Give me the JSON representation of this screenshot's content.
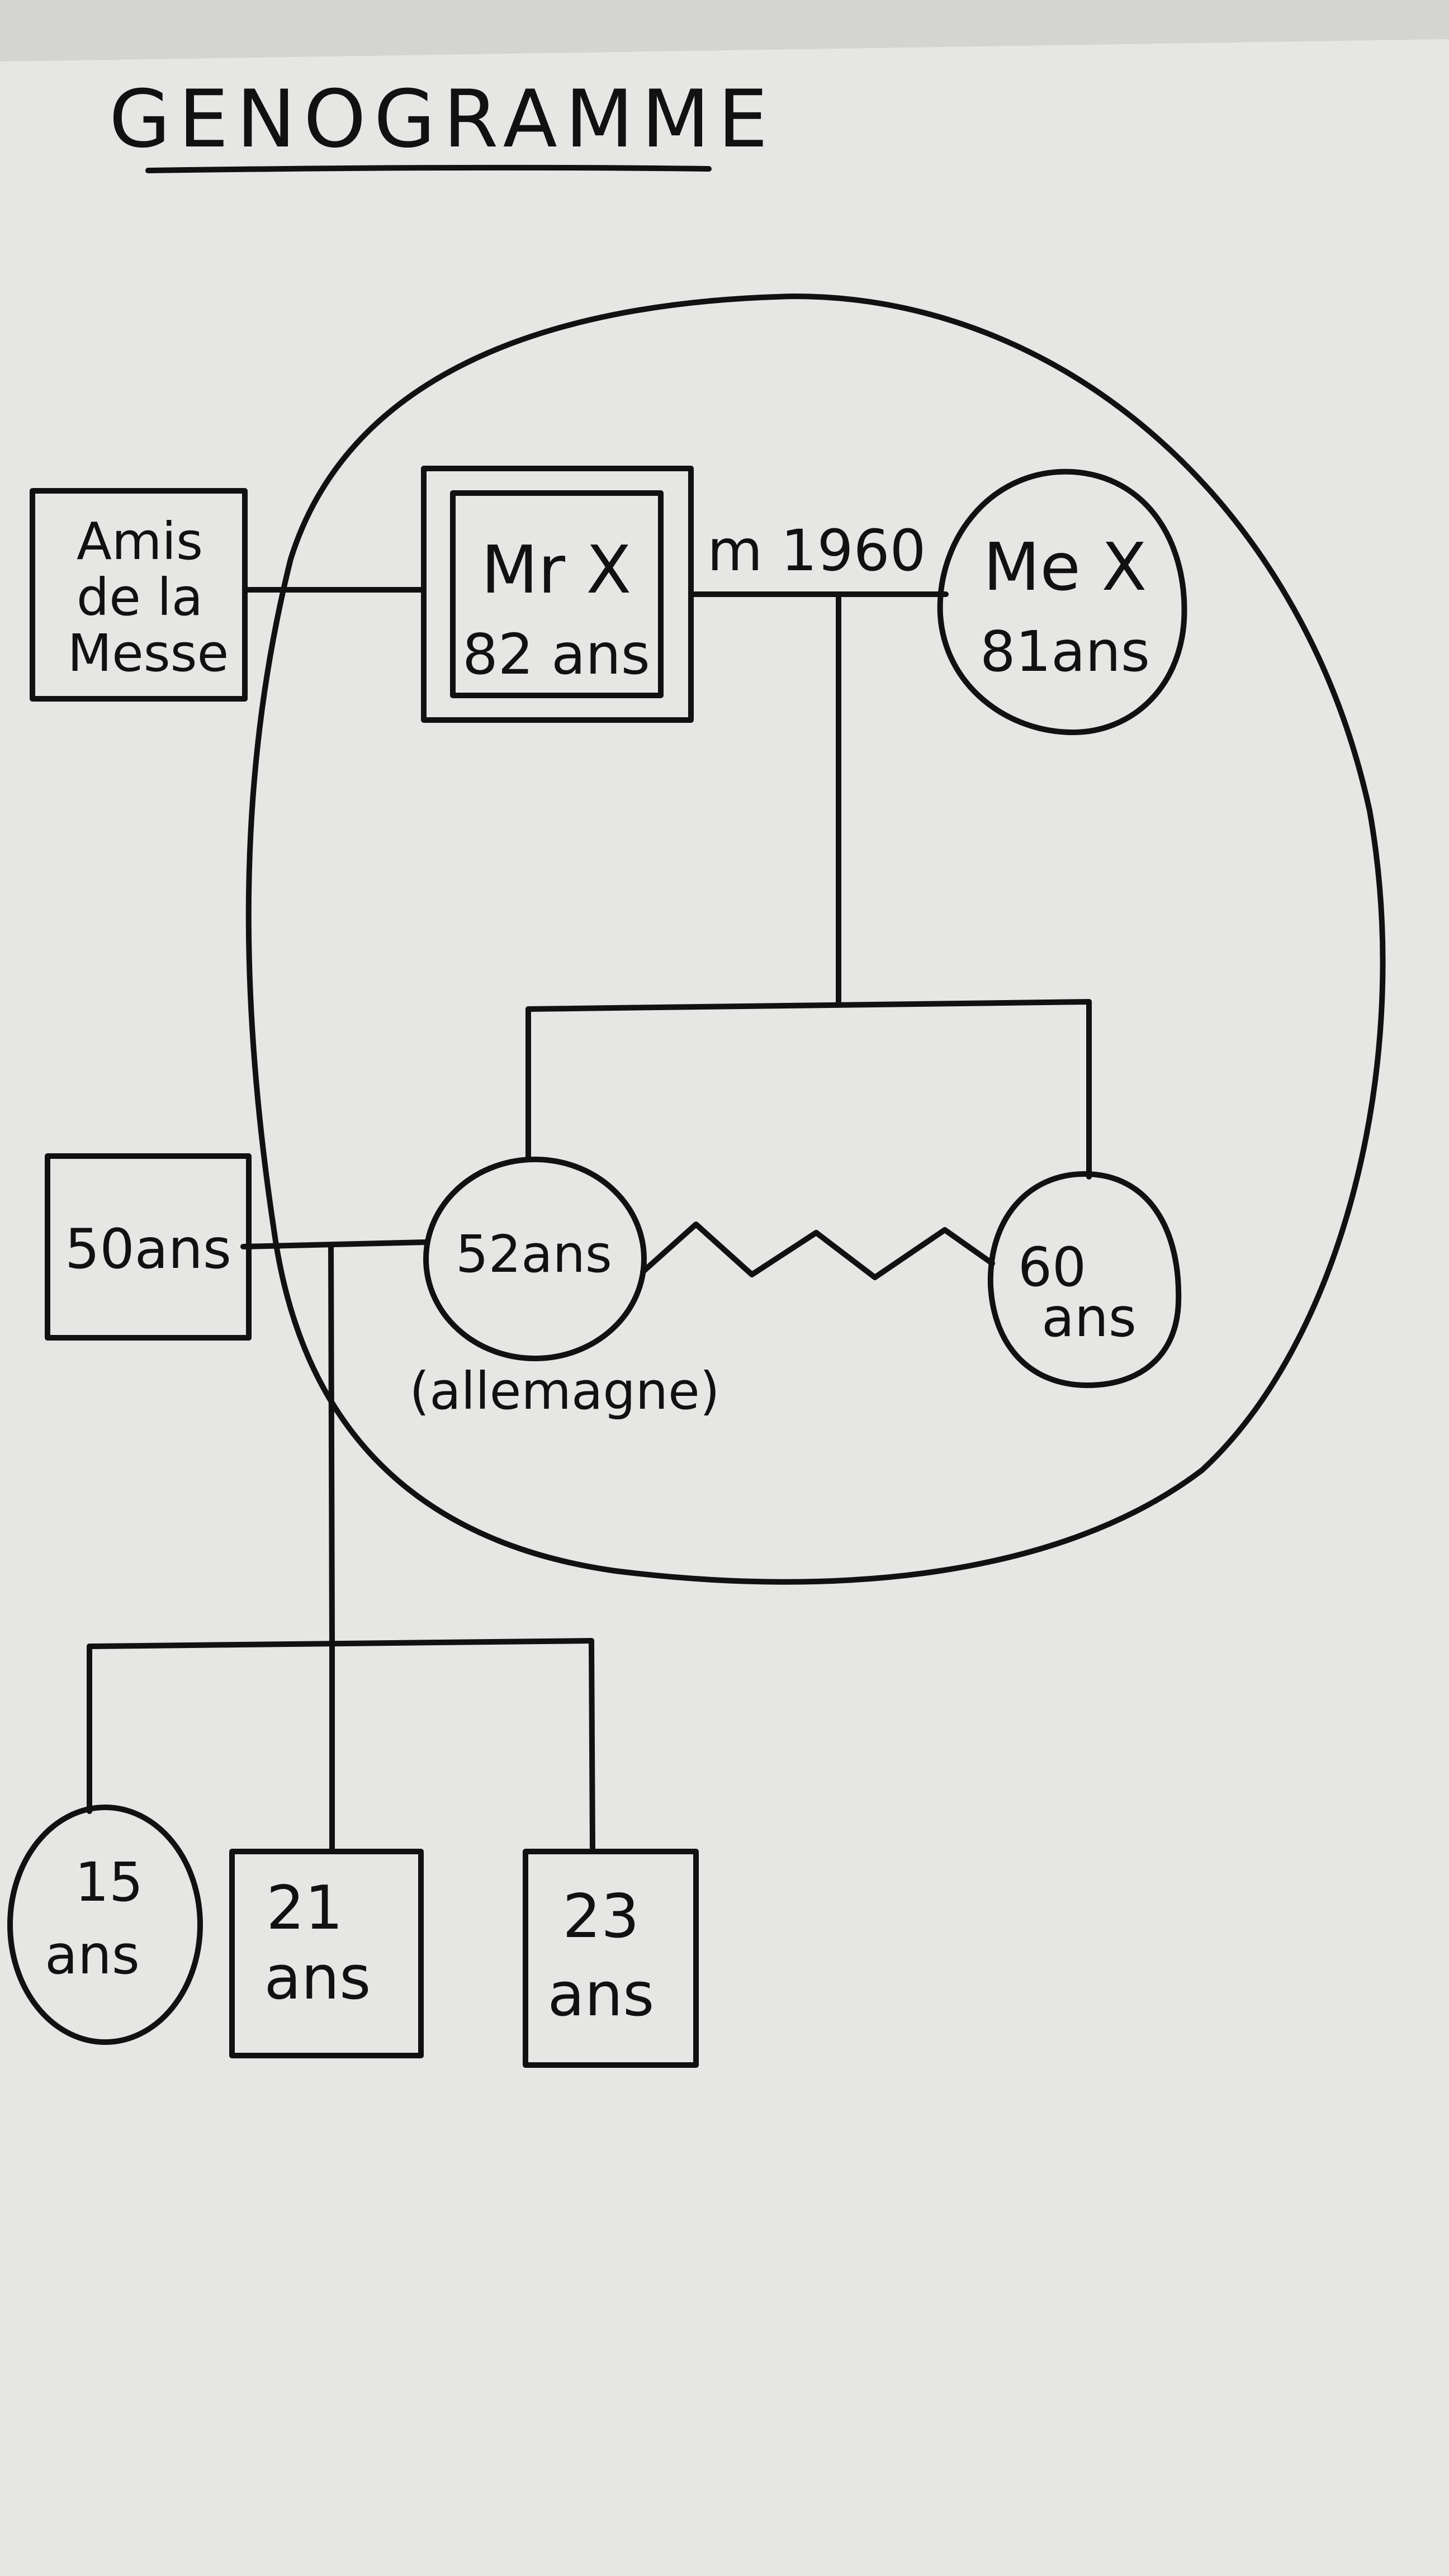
{
  "title": "GENOGRAMME",
  "nodes": {
    "friends": {
      "line1": "Amis",
      "line2": "de la",
      "line3": "Messe"
    },
    "mr_x": {
      "line1": "Mr X",
      "line2": "82 ans"
    },
    "mme_x": {
      "line1": "Me X",
      "line2": "81ans"
    },
    "marriage": {
      "label": "m 1960"
    },
    "daughter_52": {
      "label": "52ans",
      "note": "(allemagne)"
    },
    "child_60": {
      "line1": "60",
      "line2": "ans"
    },
    "partner_50": {
      "label": "50ans"
    },
    "grandchild_15": {
      "line1": "15",
      "line2": "ans"
    },
    "grandchild_21": {
      "line1": "21",
      "line2": "ans"
    },
    "grandchild_23": {
      "line1": "23",
      "line2": "ans"
    }
  },
  "colors": {
    "ink": "#111111",
    "paper": "#e6e6e4",
    "paper_edge": "#d2d2d0"
  }
}
